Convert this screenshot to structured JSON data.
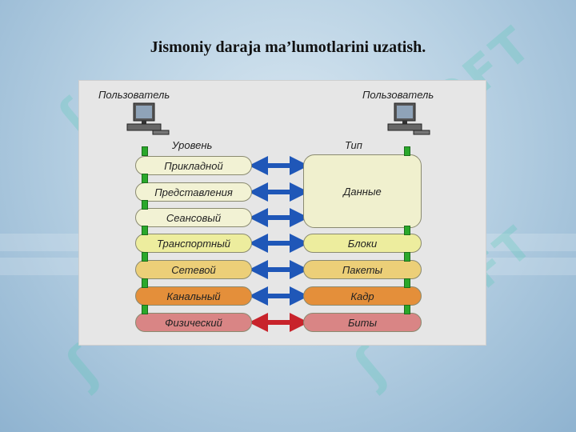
{
  "title": "Jismoniy daraja ma’lumotlarini uzatish.",
  "diagram": {
    "left_user": "Пользователь",
    "right_user": "Пользователь",
    "left_header": "Уровень",
    "right_header": "Тип",
    "layers": [
      {
        "label": "Прикладной",
        "color": "#f2f2d4"
      },
      {
        "label": "Представления",
        "color": "#f2f2d4"
      },
      {
        "label": "Сеансовый",
        "color": "#f2f2d4"
      },
      {
        "label": "Транспортный",
        "color": "#eded9e"
      },
      {
        "label": "Сетевой",
        "color": "#eccf78"
      },
      {
        "label": "Канальный",
        "color": "#e48f3a"
      },
      {
        "label": "Физический",
        "color": "#d98585"
      }
    ],
    "types": [
      {
        "label": "Данные",
        "color": "#f0f0ce"
      },
      {
        "label": "Блоки",
        "color": "#eded9e"
      },
      {
        "label": "Пакеты",
        "color": "#eccf78"
      },
      {
        "label": "Кадр",
        "color": "#e48f3a"
      },
      {
        "label": "Биты",
        "color": "#d98585"
      }
    ],
    "arrow_colors": {
      "upper": "#1f57b8",
      "physical": "#c8232b"
    }
  }
}
